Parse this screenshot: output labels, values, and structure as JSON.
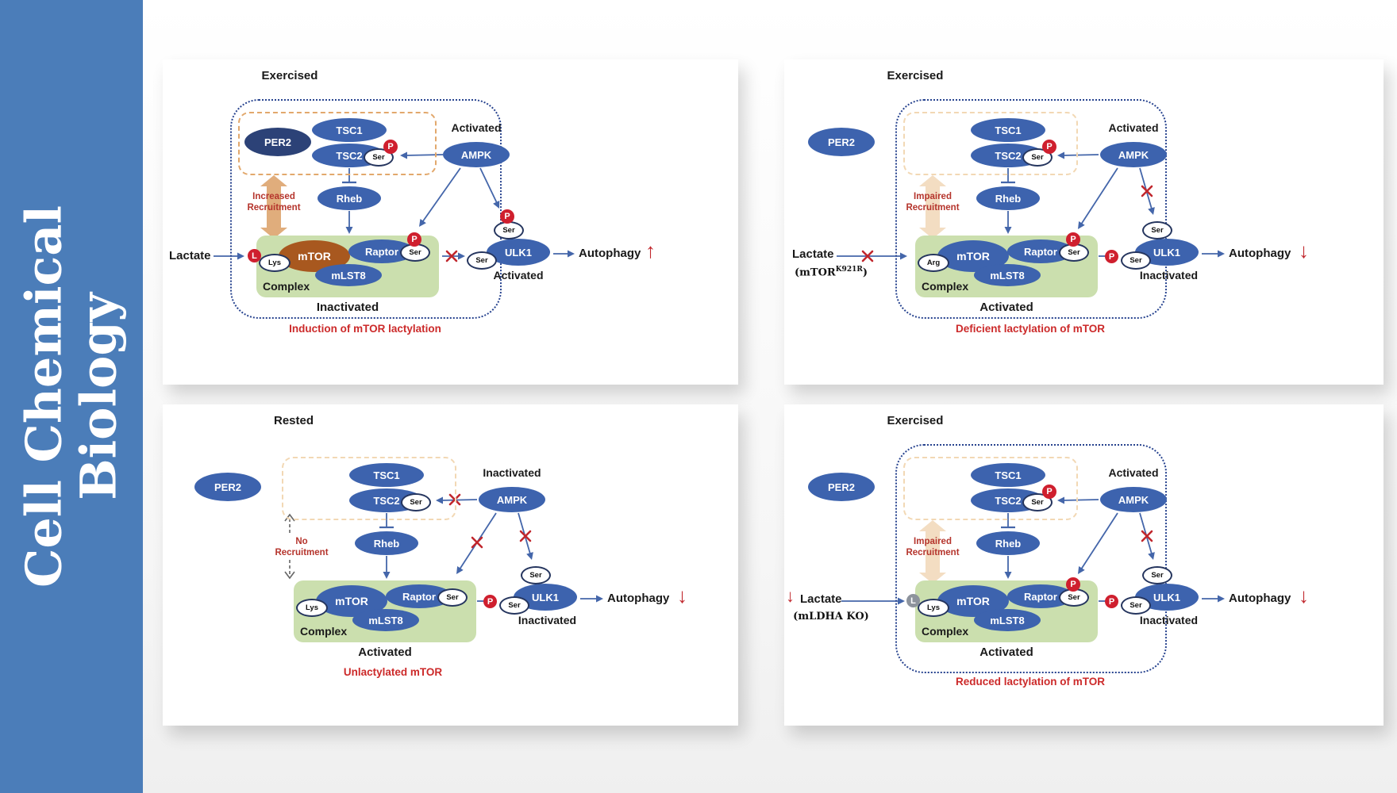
{
  "sidebar": {
    "line1": "Cell Chemical",
    "line2": "Biology"
  },
  "labels": {
    "ser": "Ser",
    "p": "P",
    "l": "L"
  },
  "colors": {
    "sidebar_blue": "#4b7db9",
    "node_blue": "#3d63ae",
    "per2_navy": "#2c4277",
    "mtor_brown": "#a8581f",
    "complex_green": "#cbdfae",
    "phospho_red": "#cf1f2e",
    "wire_blue": "#4466aa",
    "block_x_red": "#c1272d",
    "caption_red": "#cc2a2a",
    "recruit_tan": "#e0ad7c",
    "recruit_tan_faded": "#f3ddc2"
  },
  "panels": [
    {
      "title": "Exercised",
      "per2": "PER2",
      "tsc1": "TSC1",
      "tsc2": "TSC2",
      "ampk": "AMPK",
      "ampk_state": "Activated",
      "rheb": "Rheb",
      "recruitment": "Increased\nRecruitment",
      "lactate": "Lactate",
      "residue": "Lys",
      "mtor": "mTOR",
      "raptor": "Raptor",
      "mlst8": "mLST8",
      "complex": "Complex",
      "complex_state": "Inactivated",
      "ulk1": "ULK1",
      "ulk1_state": "Activated",
      "autophagy": "Autophagy",
      "autophagy_dir": "↑",
      "caption": "Induction of mTOR lactylation"
    },
    {
      "title": "Exercised",
      "per2": "PER2",
      "tsc1": "TSC1",
      "tsc2": "TSC2",
      "ampk": "AMPK",
      "ampk_state": "Activated",
      "rheb": "Rheb",
      "recruitment": "Impaired\nRecruitment",
      "lactate": "Lactate",
      "lactate_note_base": "(mTOR",
      "lactate_note_sup": "K921R",
      "lactate_note_close": ")",
      "residue": "Arg",
      "mtor": "mTOR",
      "raptor": "Raptor",
      "mlst8": "mLST8",
      "complex": "Complex",
      "complex_state": "Activated",
      "ulk1": "ULK1",
      "ulk1_state": "Inactivated",
      "autophagy": "Autophagy",
      "autophagy_dir": "↓",
      "caption": "Deficient lactylation of mTOR"
    },
    {
      "title": "Rested",
      "per2": "PER2",
      "tsc1": "TSC1",
      "tsc2": "TSC2",
      "ampk": "AMPK",
      "ampk_state": "Inactivated",
      "rheb": "Rheb",
      "recruitment": "No\nRecruitment",
      "residue": "Lys",
      "mtor": "mTOR",
      "raptor": "Raptor",
      "mlst8": "mLST8",
      "complex": "Complex",
      "complex_state": "Activated",
      "ulk1": "ULK1",
      "ulk1_state": "Inactivated",
      "autophagy": "Autophagy",
      "autophagy_dir": "↓",
      "caption": "Unlactylated mTOR"
    },
    {
      "title": "Exercised",
      "per2": "PER2",
      "tsc1": "TSC1",
      "tsc2": "TSC2",
      "ampk": "AMPK",
      "ampk_state": "Activated",
      "rheb": "Rheb",
      "recruitment": "Impaired\nRecruitment",
      "lactate_prefix": "↓",
      "lactate": "Lactate",
      "lactate_note": "(mLDHA KO)",
      "residue": "Lys",
      "mtor": "mTOR",
      "raptor": "Raptor",
      "mlst8": "mLST8",
      "complex": "Complex",
      "complex_state": "Activated",
      "ulk1": "ULK1",
      "ulk1_state": "Inactivated",
      "autophagy": "Autophagy",
      "autophagy_dir": "↓",
      "caption": "Reduced lactylation of mTOR"
    }
  ]
}
